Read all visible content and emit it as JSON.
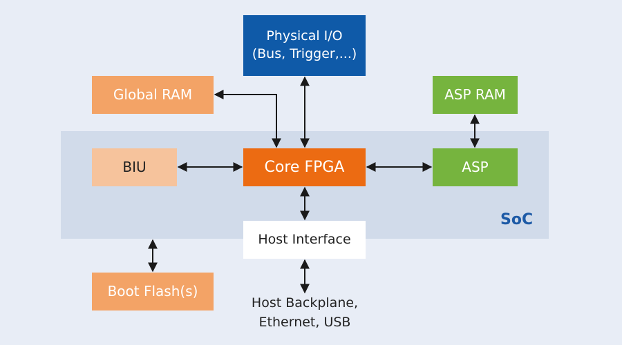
{
  "diagram": {
    "soc_label": "SoC",
    "blocks": {
      "physical_io": {
        "line1": "Physical I/O",
        "line2": "(Bus, Trigger,...)"
      },
      "global_ram": "Global RAM",
      "asp_ram": "ASP RAM",
      "biu": "BIU",
      "core_fpga": "Core FPGA",
      "asp": "ASP",
      "host_interface": "Host Interface",
      "boot_flash": "Boot Flash(s)"
    },
    "host_backplane": {
      "line1": "Host Backplane,",
      "line2": "Ethernet, USB"
    },
    "colors": {
      "background": "#e8edf6",
      "soc_region": "#d1dbea",
      "core": "#ec6b12",
      "physical_io": "#0f5aa8",
      "ram_flash": "#f3a366",
      "biu": "#f6c39c",
      "asp": "#76b43e",
      "soc_label": "#1d5aa6",
      "connector": "#1a1a1a"
    }
  }
}
